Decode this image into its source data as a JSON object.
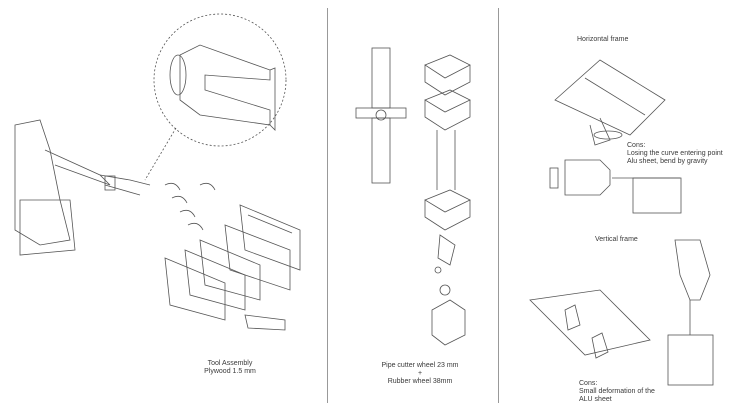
{
  "panels": [
    {
      "caption_line1": "Tool Assembly",
      "caption_line2": "Plywood 1.5 mm"
    },
    {
      "caption_line1": "Pipe cutter wheel 23 mm",
      "caption_line2": "+",
      "caption_line3": "Rubber wheel 38mm"
    },
    {
      "horizontal_title": "Horizontal frame",
      "horizontal_cons_label": "Cons:",
      "horizontal_cons_1": "Losing the curve entering point",
      "horizontal_cons_2": "Alu sheet, bend by gravity",
      "vertical_title": "Vertical frame",
      "vertical_cons_label": "Cons:",
      "vertical_cons_1": "Small deformation of the",
      "vertical_cons_2": "ALU sheet"
    }
  ]
}
